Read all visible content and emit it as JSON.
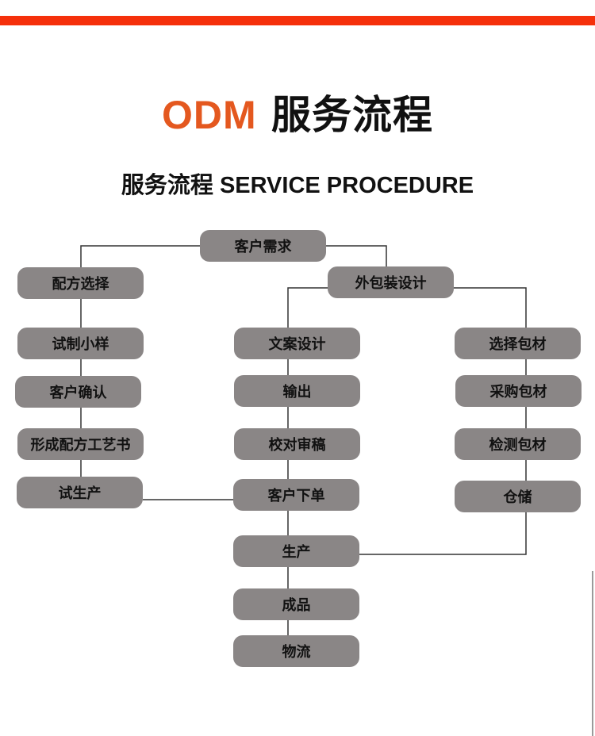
{
  "header": {
    "brand": "ODM",
    "title": "服务流程",
    "subtitle": "服务流程 SERVICE PROCEDURE"
  },
  "colors": {
    "bar": "#f5300b",
    "brand": "#e4581f",
    "node": "#8a8686"
  },
  "nodes": {
    "customer_demand": "客户需求",
    "formula_selection": "配方选择",
    "packaging_design": "外包装设计",
    "trial_sample": "试制小样",
    "customer_confirm": "客户确认",
    "process_document": "形成配方工艺书",
    "trial_production": "试生产",
    "copywriting": "文案设计",
    "output": "输出",
    "proofreading": "校对审稿",
    "customer_order": "客户下单",
    "production": "生产",
    "finished_product": "成品",
    "logistics": "物流",
    "select_material": "选择包材",
    "purchase_material": "采购包材",
    "inspect_material": "检测包材",
    "warehouse": "仓储"
  }
}
